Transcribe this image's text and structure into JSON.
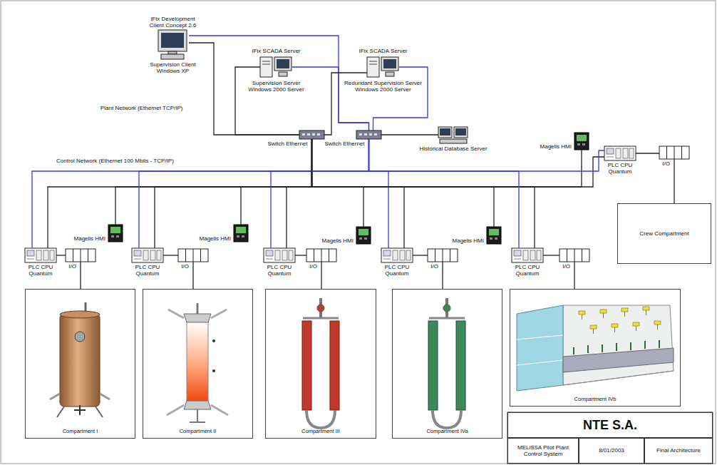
{
  "diagram": {
    "nodes": [
      {
        "text": [
          "IFix Development Client Concept 2.6",
          "Supervision Client Windows XP"
        ]
      },
      {
        "text": [
          "IFix SCADA Server",
          "Supervision Server Windows 2000 Server"
        ]
      },
      {
        "text": [
          "IFix SCADA Server",
          "Redundant Supervision Server Windows 2000 Server"
        ]
      },
      {
        "text": [
          "Switch Ethernet"
        ]
      },
      {
        "text": [
          "Switch Ethernet"
        ]
      },
      {
        "text": [
          "Historical Database Server"
        ]
      },
      {
        "text": [
          "Magelis HMI"
        ]
      },
      {
        "text": [
          "PLC CPU Quantum"
        ]
      },
      {
        "text": [
          "I/O"
        ]
      },
      {
        "text": [
          "Crew Compartment"
        ]
      },
      {
        "text": [
          "Magelis HMI"
        ]
      },
      {
        "text": [
          "PLC CPU Quantum"
        ]
      },
      {
        "text": [
          "I/O"
        ]
      },
      {
        "text": [
          "Compartment I"
        ]
      },
      {
        "text": [
          "Magelis HMI"
        ]
      },
      {
        "text": [
          "PLC CPU Quantum"
        ]
      },
      {
        "text": [
          "I/O"
        ]
      },
      {
        "text": [
          "Compartment II"
        ]
      },
      {
        "text": [
          "Magelis HMI"
        ]
      },
      {
        "text": [
          "PLC CPU Quantum"
        ]
      },
      {
        "text": [
          "I/O"
        ]
      },
      {
        "text": [
          "Compartment III"
        ]
      },
      {
        "text": [
          "Magelis HMI"
        ]
      },
      {
        "text": [
          "PLC CPU Quantum"
        ]
      },
      {
        "text": [
          "I/O"
        ]
      },
      {
        "text": [
          "Compartment IVa"
        ]
      },
      {
        "text": [
          "PLC CPU Quantum"
        ]
      },
      {
        "text": [
          "I/O"
        ]
      },
      {
        "text": [
          "Compartment IVb"
        ]
      },
      {
        "text": [
          "NTE S.A."
        ]
      },
      {
        "text": [
          "MELiSSA Pilot Plant Control System"
        ]
      },
      {
        "text": [
          "8/01/2003"
        ]
      },
      {
        "text": [
          "Final Architecture"
        ]
      }
    ],
    "edges": [
      {
        "from": 0,
        "to": 3,
        "arrow": "none"
      },
      {
        "from": 0,
        "to": 4,
        "arrow": "none"
      },
      {
        "from": 1,
        "to": 3,
        "arrow": "none"
      },
      {
        "from": 1,
        "to": 4,
        "arrow": "none"
      },
      {
        "from": 2,
        "to": 3,
        "arrow": "none"
      },
      {
        "from": 2,
        "to": 4,
        "arrow": "none"
      },
      {
        "from": 5,
        "to": 4,
        "arrow": "none"
      },
      {
        "from": 6,
        "to": 3,
        "arrow": "none"
      },
      {
        "from": 7,
        "to": 3,
        "arrow": "none"
      },
      {
        "from": 7,
        "to": 4,
        "arrow": "none"
      },
      {
        "from": 7,
        "to": 8,
        "arrow": "none"
      },
      {
        "from": 8,
        "to": 9,
        "arrow": "none"
      },
      {
        "from": 10,
        "to": 3,
        "arrow": "none"
      },
      {
        "from": 11,
        "to": 3,
        "arrow": "none"
      },
      {
        "from": 11,
        "to": 4,
        "arrow": "none"
      },
      {
        "from": 11,
        "to": 12,
        "arrow": "none"
      },
      {
        "from": 12,
        "to": 13,
        "arrow": "none"
      },
      {
        "from": 14,
        "to": 3,
        "arrow": "none"
      },
      {
        "from": 15,
        "to": 3,
        "arrow": "none"
      },
      {
        "from": 15,
        "to": 4,
        "arrow": "none"
      },
      {
        "from": 15,
        "to": 16,
        "arrow": "none"
      },
      {
        "from": 16,
        "to": 17,
        "arrow": "none"
      },
      {
        "from": 18,
        "to": 3,
        "arrow": "none"
      },
      {
        "from": 19,
        "to": 3,
        "arrow": "none"
      },
      {
        "from": 19,
        "to": 4,
        "arrow": "none"
      },
      {
        "from": 19,
        "to": 20,
        "arrow": "none"
      },
      {
        "from": 20,
        "to": 21,
        "arrow": "none"
      },
      {
        "from": 22,
        "to": 3,
        "arrow": "none"
      },
      {
        "from": 23,
        "to": 3,
        "arrow": "none"
      },
      {
        "from": 23,
        "to": 4,
        "arrow": "none"
      },
      {
        "from": 23,
        "to": 24,
        "arrow": "none"
      },
      {
        "from": 24,
        "to": 25,
        "arrow": "none"
      },
      {
        "from": 26,
        "to": 3,
        "arrow": "none"
      },
      {
        "from": 26,
        "to": 4,
        "arrow": "none"
      },
      {
        "from": 26,
        "to": 27,
        "arrow": "none"
      },
      {
        "from": 27,
        "to": 28,
        "arrow": "none"
      }
    ],
    "labels": [
      "Plant Network (Ethernet TCP/IP)",
      "Control Network (Ethernet 100 Mbits - TCP/IP)"
    ]
  }
}
